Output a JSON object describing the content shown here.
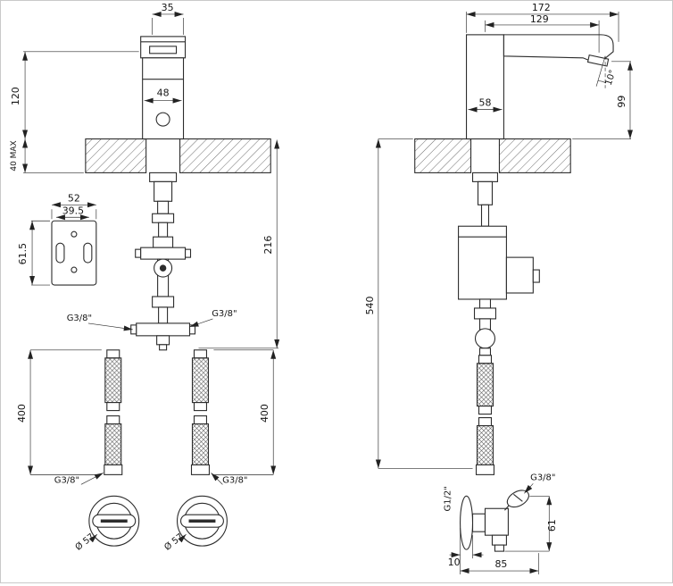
{
  "drawing": {
    "kind": "faucet installation dimensional drawing",
    "ink_color": "#2c2c2c",
    "background": "#ffffff"
  },
  "front_view": {
    "dim_spout_width": "35",
    "dim_height_above_deck": "120",
    "dim_deck_max": "40 MAX",
    "dim_body_width": "48",
    "plate_width": "52",
    "plate_slot_spacing": "39.5",
    "plate_height": "61.5",
    "dim_under_deck": "216",
    "thread_inlet_left": "G3/8\"",
    "thread_inlet_right": "G3/8\"",
    "dim_hose_length_left": "400",
    "dim_hose_length_right": "400",
    "thread_hose_left": "G3/8\"",
    "thread_hose_right": "G3/8\"",
    "valve_diameter_left": "Ø 57",
    "valve_diameter_right": "Ø 57"
  },
  "side_view": {
    "dim_total_reach": "172",
    "dim_spout_reach": "129",
    "spout_angle": "10°",
    "dim_outlet_height": "99",
    "dim_body_depth": "58",
    "dim_under_deck_total": "540",
    "valve_thread_outlet": "G3/8\"",
    "valve_thread_inlet": "G1/2\"",
    "valve_height": "61",
    "valve_flange_depth": "10",
    "valve_length": "85"
  }
}
